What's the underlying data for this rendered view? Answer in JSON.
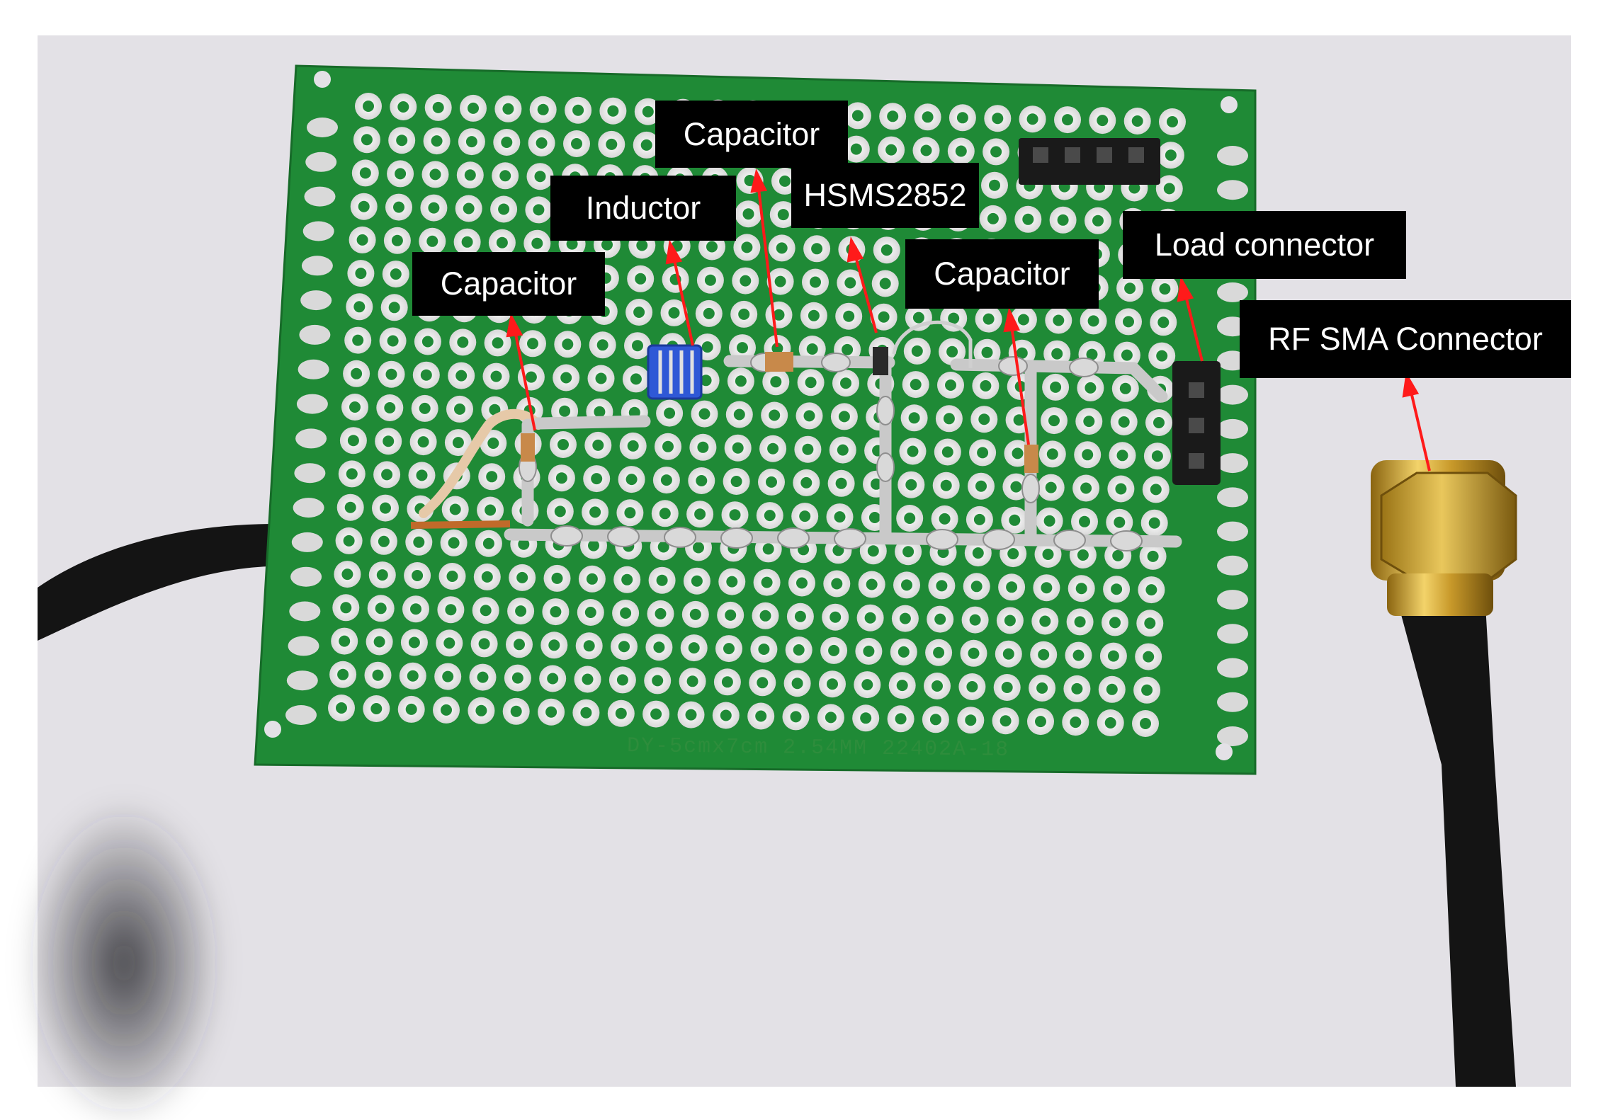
{
  "labels": {
    "capacitor_left": "Capacitor",
    "inductor": "Inductor",
    "capacitor_top": "Capacitor",
    "diode": "HSMS2852",
    "capacitor_right": "Capacitor",
    "load_connector": "Load connector",
    "rf_sma_connector": "RF SMA Connector"
  },
  "board": {
    "silkscreen": "DY-5cmx7cm 2.54MM  22402A-18"
  },
  "colors": {
    "board_green": "#1f8a36",
    "label_background": "#000000",
    "label_text": "#ffffff",
    "arrow": "#ff1a1a",
    "solder": "#c8c8c8",
    "sma_gold": "#c79a2a",
    "cable": "#141414",
    "background": "#e3e1e6"
  }
}
